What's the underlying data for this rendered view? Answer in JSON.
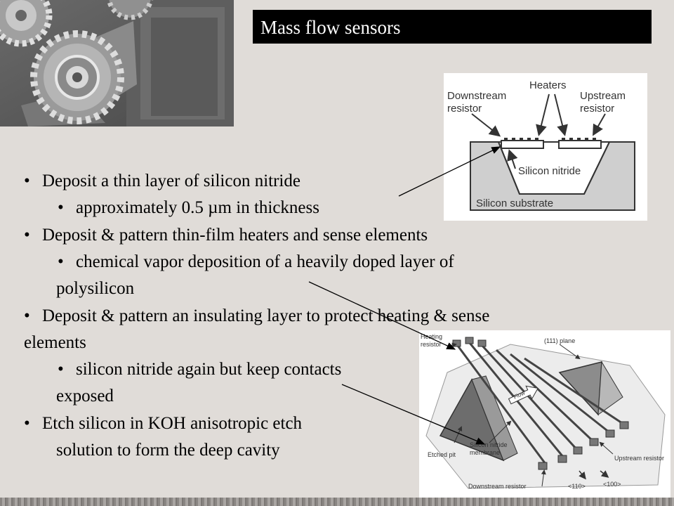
{
  "slide": {
    "title": "Mass flow sensors",
    "bullet_char": "•",
    "bullets": [
      {
        "text": "Deposit a thin layer of silicon nitride"
      },
      {
        "text": "approximately 0.5 µm in thickness"
      },
      {
        "text": "Deposit & pattern thin-film heaters and sense elements"
      },
      {
        "text": "chemical vapor deposition of a heavily doped layer of"
      },
      {
        "text": "polysilicon"
      },
      {
        "text": "Deposit & pattern an insulating layer to protect heating & sense"
      },
      {
        "text": "elements"
      },
      {
        "text": "silicon nitride again but keep contacts"
      },
      {
        "text": "exposed"
      },
      {
        "text": "Etch silicon in KOH anisotropic etch"
      },
      {
        "text": "solution to form the deep cavity"
      }
    ]
  },
  "diagram_top": {
    "heaters": "Heaters",
    "downstream_1": "Downstream",
    "downstream_2": "resistor",
    "upstream_1": "Upstream",
    "upstream_2": "resistor",
    "silicon_nitride": "Silicon nitride",
    "silicon_substrate": "Silicon substrate"
  },
  "diagram_bottom": {
    "heating_1": "Heating",
    "heating_2": "resistor",
    "plane": "(111) plane",
    "flow": "Flow",
    "etched_pit": "Etched pit",
    "nitride_1": "Silicon nitride",
    "nitride_2": "membrane",
    "upstream": "Upstream resistor",
    "downstream": "Downstream resistor",
    "dir_110": "<110>",
    "dir_100": "<100>"
  }
}
